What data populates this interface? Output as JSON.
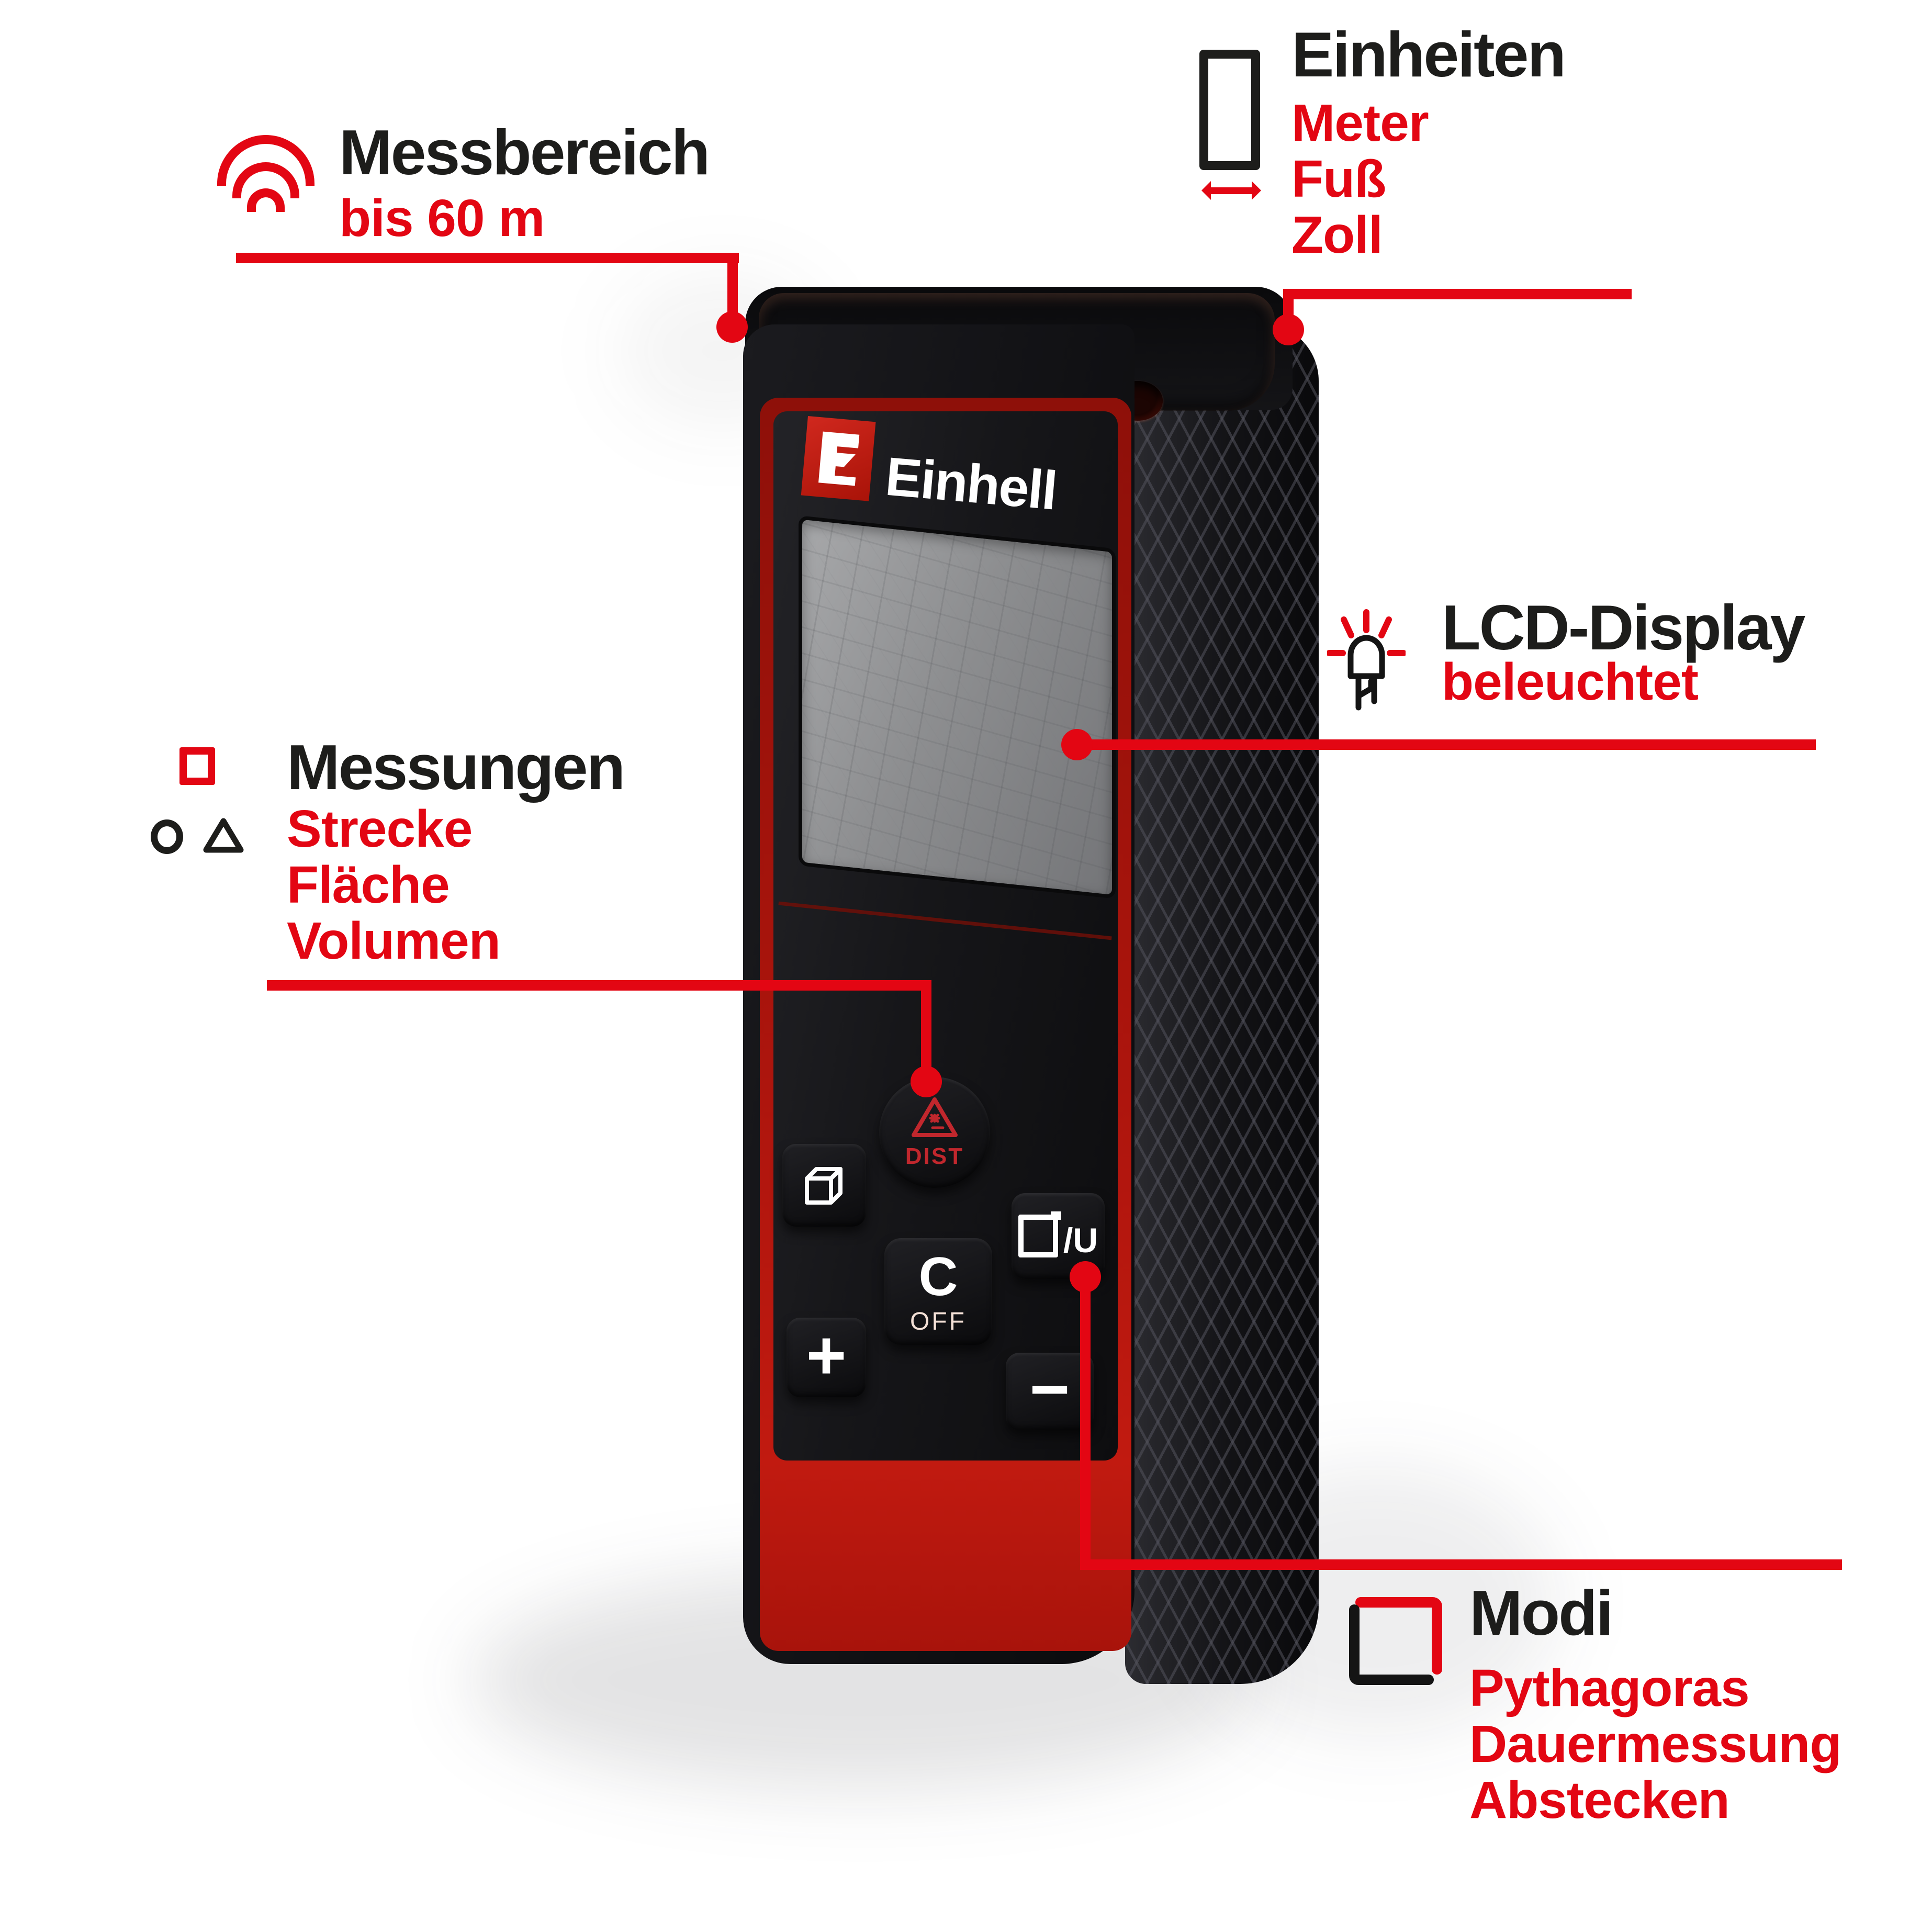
{
  "accent_color": "#e30613",
  "brand": {
    "name": "Einhell"
  },
  "callouts": {
    "messbereich": {
      "title": "Messbereich",
      "subtitle": "bis 60 m",
      "icon": "signal-arcs-icon"
    },
    "einheiten": {
      "title": "Einheiten",
      "icon": "width-arrow-icon",
      "items": [
        "Meter",
        "Fuß",
        "Zoll"
      ]
    },
    "lcd": {
      "title": "LCD-Display",
      "subtitle": "beleuchtet",
      "icon": "led-icon"
    },
    "messungen": {
      "title": "Messungen",
      "icon": "shapes-icon",
      "items": [
        "Strecke",
        "Fläche",
        "Volumen"
      ]
    },
    "modi": {
      "title": "Modi",
      "icon": "outline-square-icon",
      "items": [
        "Pythagoras",
        "Dauermessung",
        "Abstecken"
      ]
    }
  },
  "device": {
    "buttons": {
      "dist": "DIST",
      "unit_label": "/U",
      "clear": "C",
      "clear_sub": "OFF",
      "plus": "+",
      "minus": "−"
    }
  }
}
